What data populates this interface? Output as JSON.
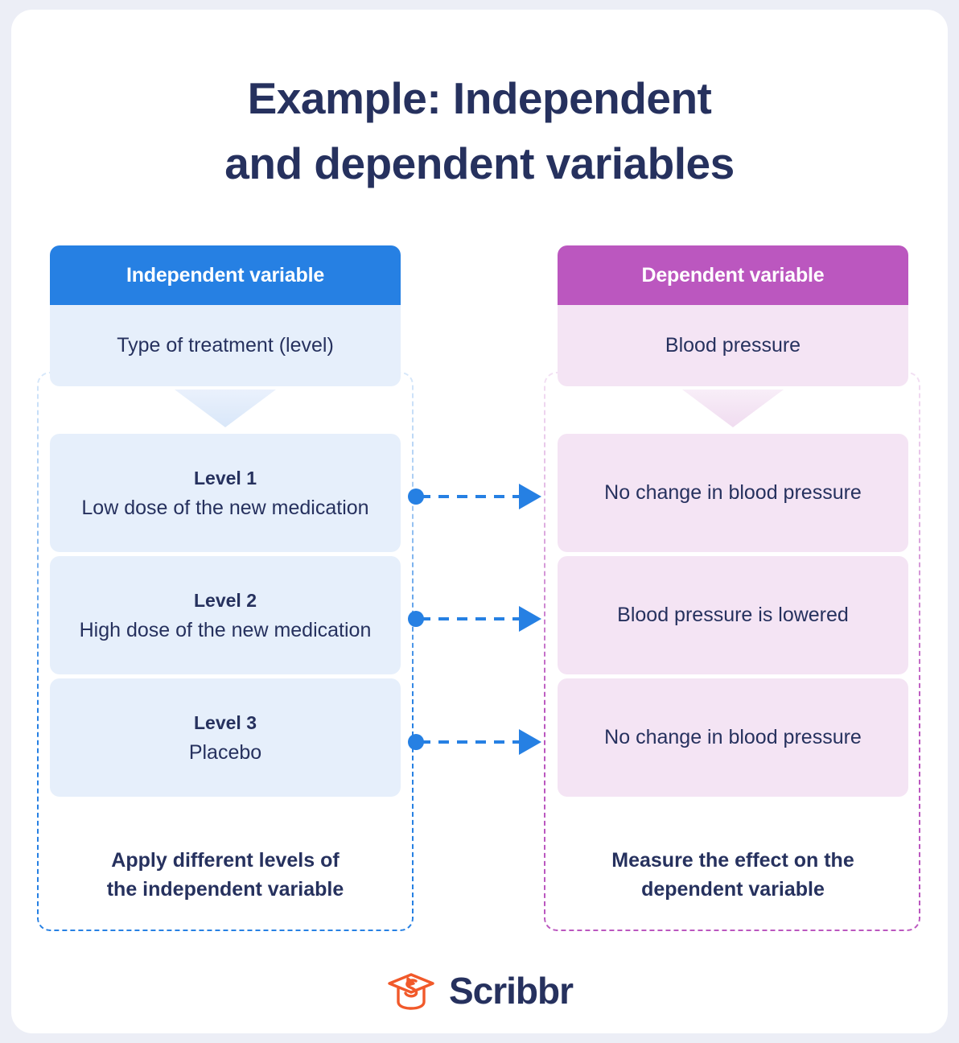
{
  "title": {
    "line1": "Example: Independent",
    "line2": "and dependent variables"
  },
  "colors": {
    "independent_accent": "#2680e3",
    "dependent_accent": "#bb57bf",
    "independent_panel": "#e6effb",
    "dependent_panel": "#f4e4f4",
    "text": "#26315e",
    "page_background": "#eceef6",
    "card_background": "#ffffff",
    "logo_mark": "#f1592a"
  },
  "columns": {
    "independent": {
      "header": "Independent variable",
      "subheader": "Type of treatment (level)",
      "items": [
        {
          "title": "Level 1",
          "text": "Low dose of the new medication"
        },
        {
          "title": "Level 2",
          "text": "High dose of the new medication"
        },
        {
          "title": "Level 3",
          "text": "Placebo"
        }
      ],
      "caption_line1": "Apply different levels of",
      "caption_line2": "the independent variable"
    },
    "dependent": {
      "header": "Dependent variable",
      "subheader": "Blood pressure",
      "items": [
        {
          "title": "",
          "text": "No change in blood pressure"
        },
        {
          "title": "",
          "text": "Blood pressure is lowered"
        },
        {
          "title": "",
          "text": "No change in blood pressure"
        }
      ],
      "caption_line1": "Measure the effect on the",
      "caption_line2": "dependent variable"
    }
  },
  "connectors": [
    {
      "from": "Level 1",
      "to": "No change in blood pressure"
    },
    {
      "from": "Level 2",
      "to": "Blood pressure is lowered"
    },
    {
      "from": "Level 3",
      "to": "No change in blood pressure"
    }
  ],
  "logo": {
    "wordmark": "Scribbr",
    "icon": "graduation-cap-icon"
  }
}
